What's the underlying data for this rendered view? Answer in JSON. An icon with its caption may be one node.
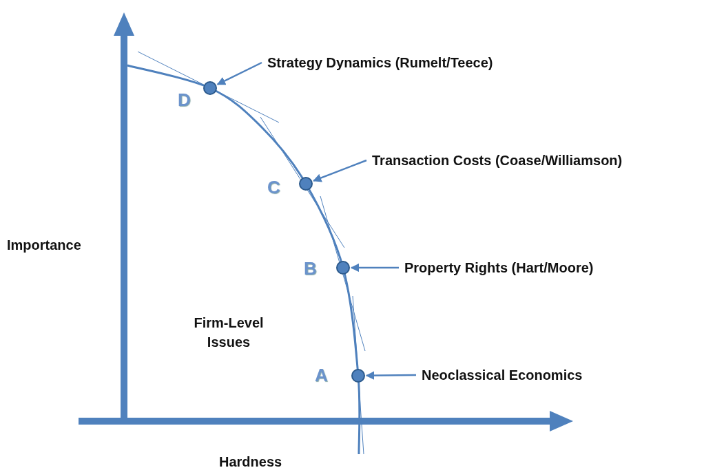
{
  "diagram": {
    "nodes": [
      {
        "text": [
          "Strategy Dynamics (Rumelt/Teece)"
        ]
      },
      {
        "text": [],
        "shape": "circle",
        "beside": [
          "D"
        ]
      },
      {
        "text": [
          "Transaction Costs (Coase/Williamson)"
        ]
      },
      {
        "text": [],
        "shape": "circle",
        "beside": [
          "C"
        ]
      },
      {
        "text": [
          "Property Rights (Hart/Moore)"
        ]
      },
      {
        "text": [],
        "shape": "circle",
        "beside": [
          "B"
        ]
      },
      {
        "text": [
          "Neoclassical Economics"
        ]
      },
      {
        "text": [],
        "shape": "circle",
        "beside": [
          "A"
        ]
      }
    ],
    "edges": [
      {
        "from": 0,
        "to": 1,
        "arrow": "to"
      },
      {
        "from": 2,
        "to": 3,
        "arrow": "to"
      },
      {
        "from": 4,
        "to": 5,
        "arrow": "to"
      },
      {
        "from": 6,
        "to": 7,
        "arrow": "to"
      }
    ],
    "labels": [
      "Importance",
      "Firm-Level Issues",
      "Hardness"
    ]
  }
}
